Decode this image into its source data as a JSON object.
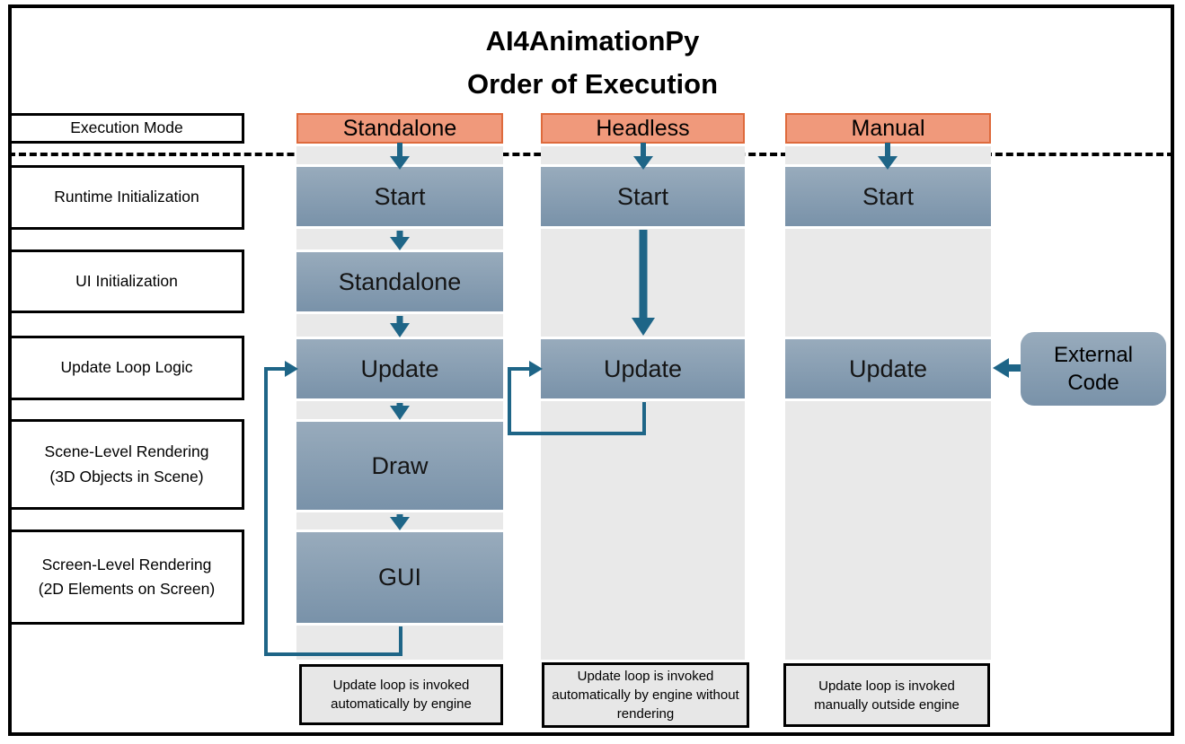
{
  "title": {
    "line1": "AI4AnimationPy",
    "line2": "Order of Execution"
  },
  "execution_mode_label": "Execution Mode",
  "sidebar": {
    "items": [
      {
        "line1": "Runtime Initialization",
        "line2": ""
      },
      {
        "line1": "UI Initialization",
        "line2": ""
      },
      {
        "line1": "Update Loop Logic",
        "line2": ""
      },
      {
        "line1": "Scene-Level Rendering",
        "line2": "(3D Objects in Scene)"
      },
      {
        "line1": "Screen-Level Rendering",
        "line2": "(2D Elements on Screen)"
      }
    ]
  },
  "columns": [
    {
      "header": "Standalone",
      "steps": [
        "Start",
        "Standalone",
        "Update",
        "Draw",
        "GUI"
      ],
      "note": "Update loop is invoked automatically by engine"
    },
    {
      "header": "Headless",
      "steps": [
        "Start",
        "Update"
      ],
      "note": "Update loop is invoked automatically by engine without rendering"
    },
    {
      "header": "Manual",
      "steps": [
        "Start",
        "Update"
      ],
      "note": "Update loop is invoked manually outside engine"
    }
  ],
  "external_code": {
    "label": "External Code"
  },
  "edges": [
    {
      "from": "standalone-header",
      "to": "standalone-start"
    },
    {
      "from": "headless-header",
      "to": "headless-start"
    },
    {
      "from": "manual-header",
      "to": "manual-start"
    },
    {
      "from": "standalone-start",
      "to": "standalone-standalone"
    },
    {
      "from": "standalone-standalone",
      "to": "standalone-update"
    },
    {
      "from": "standalone-update",
      "to": "standalone-draw"
    },
    {
      "from": "standalone-draw",
      "to": "standalone-gui"
    },
    {
      "from": "standalone-gui",
      "to": "standalone-update",
      "type": "loop"
    },
    {
      "from": "headless-start",
      "to": "headless-update"
    },
    {
      "from": "headless-update",
      "to": "headless-update",
      "type": "loop"
    },
    {
      "from": "external-code",
      "to": "manual-update"
    }
  ],
  "colors": {
    "header_fill": "#F0997B",
    "header_border": "#DE6A3C",
    "teal": "#1E6587",
    "node_top": "#98ABBC",
    "node_bottom": "#7992A9",
    "column_bg": "#E9E9E9",
    "note_bg": "#E7E7E7"
  }
}
